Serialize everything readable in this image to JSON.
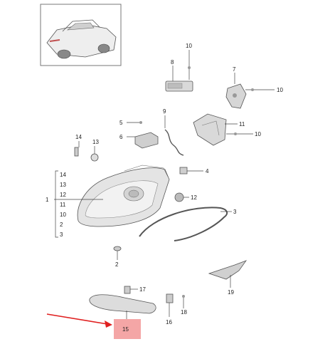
{
  "parts": {
    "p1": "1",
    "p2": "2",
    "p3": "3",
    "p4": "4",
    "p5": "5",
    "p6": "6",
    "p7": "7",
    "p8": "8",
    "p9": "9",
    "p10a": "10",
    "p10b": "10",
    "p10c": "10",
    "p11": "11",
    "p12": "12",
    "p13": "13",
    "p14": "14",
    "p15": "15",
    "p16": "16",
    "p17": "17",
    "p18": "18",
    "p19": "19"
  },
  "bracket_list": [
    "14",
    "13",
    "12",
    "11",
    "10",
    "2",
    "3"
  ],
  "colors": {
    "highlight_box": "#f4a6a6",
    "arrow": "#e02020",
    "housing": "#d8d8d8"
  }
}
